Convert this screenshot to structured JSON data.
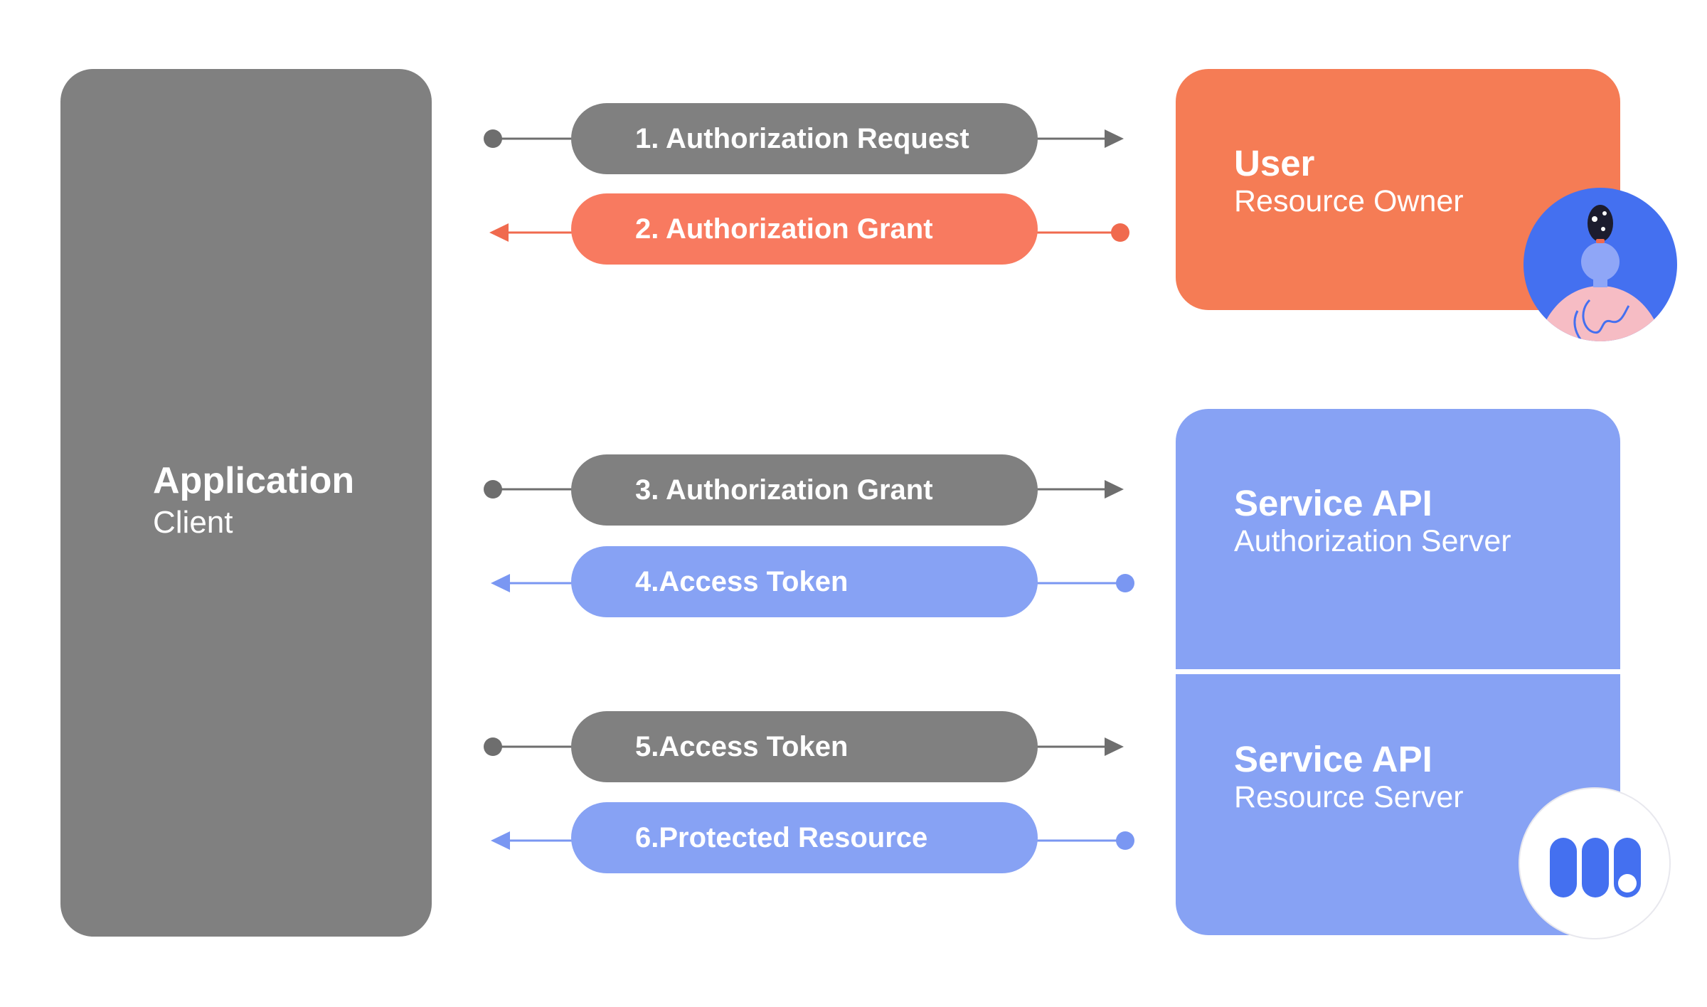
{
  "client": {
    "title": "Application",
    "subtitle": "Client"
  },
  "user": {
    "title": "User",
    "subtitle": "Resource Owner",
    "avatar_icon": "user-avatar-icon"
  },
  "authorization_server": {
    "title": "Service API",
    "subtitle": "Authorization Server"
  },
  "resource_server": {
    "title": "Service API",
    "subtitle": "Resource Server",
    "logo_icon": "brand-logo-icon"
  },
  "steps": [
    {
      "label": "1. Authorization Request",
      "direction": "right",
      "color": "#808080"
    },
    {
      "label": "2. Authorization Grant",
      "direction": "left",
      "color": "#f87a60"
    },
    {
      "label": "3. Authorization Grant",
      "direction": "right",
      "color": "#808080"
    },
    {
      "label": "4.Access Token",
      "direction": "left",
      "color": "#87a2f4"
    },
    {
      "label": "5.Access Token",
      "direction": "right",
      "color": "#808080"
    },
    {
      "label": "6.Protected Resource",
      "direction": "left",
      "color": "#87a2f4"
    }
  ],
  "colors": {
    "client": "#808080",
    "user": "#f57c55",
    "service": "#87a2f4",
    "avatar_bg": "#4470f0",
    "logo": "#4470f0"
  }
}
